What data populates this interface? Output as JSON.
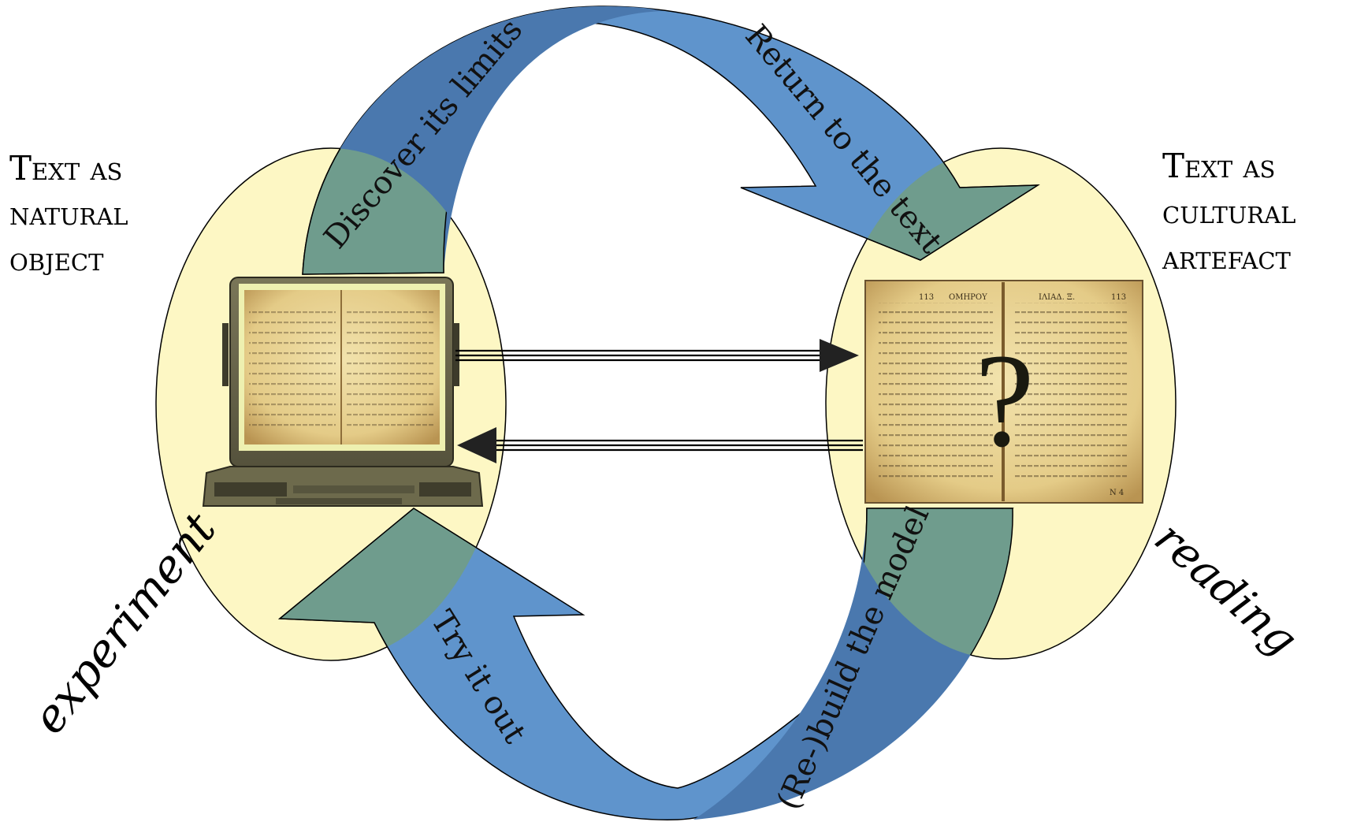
{
  "labels": {
    "left_heading": [
      "Text as",
      "natural",
      "object"
    ],
    "right_heading": [
      "Text as",
      "cultural",
      "artefact"
    ],
    "left_side": "experiment",
    "right_side": "reading"
  },
  "arrows": {
    "top_left": "Discover its limits",
    "top_right": "Return to the text",
    "bottom_left": "Try it out",
    "bottom_right": "(Re-)build the model"
  },
  "book": {
    "question_mark": "?",
    "left_header": "ΟΜΗΡΟΥ",
    "right_header": "ΙΛΙΑΔ. Ξ.",
    "left_page_no": "113",
    "right_page_no": "113",
    "signature": "Ν 4"
  },
  "colors": {
    "ellipse_fill": "#fdf7c4",
    "arrow_blue": "#4f86c6",
    "arrow_dark_blue": "#3e6ea8",
    "overlap_green": "#6f9c8d",
    "paper": "#ecd79a",
    "paper_dark": "#c9a864",
    "laptop_body": "#6d6a4c"
  },
  "icons": [
    "laptop-icon",
    "open-book-icon",
    "question-mark-icon"
  ]
}
